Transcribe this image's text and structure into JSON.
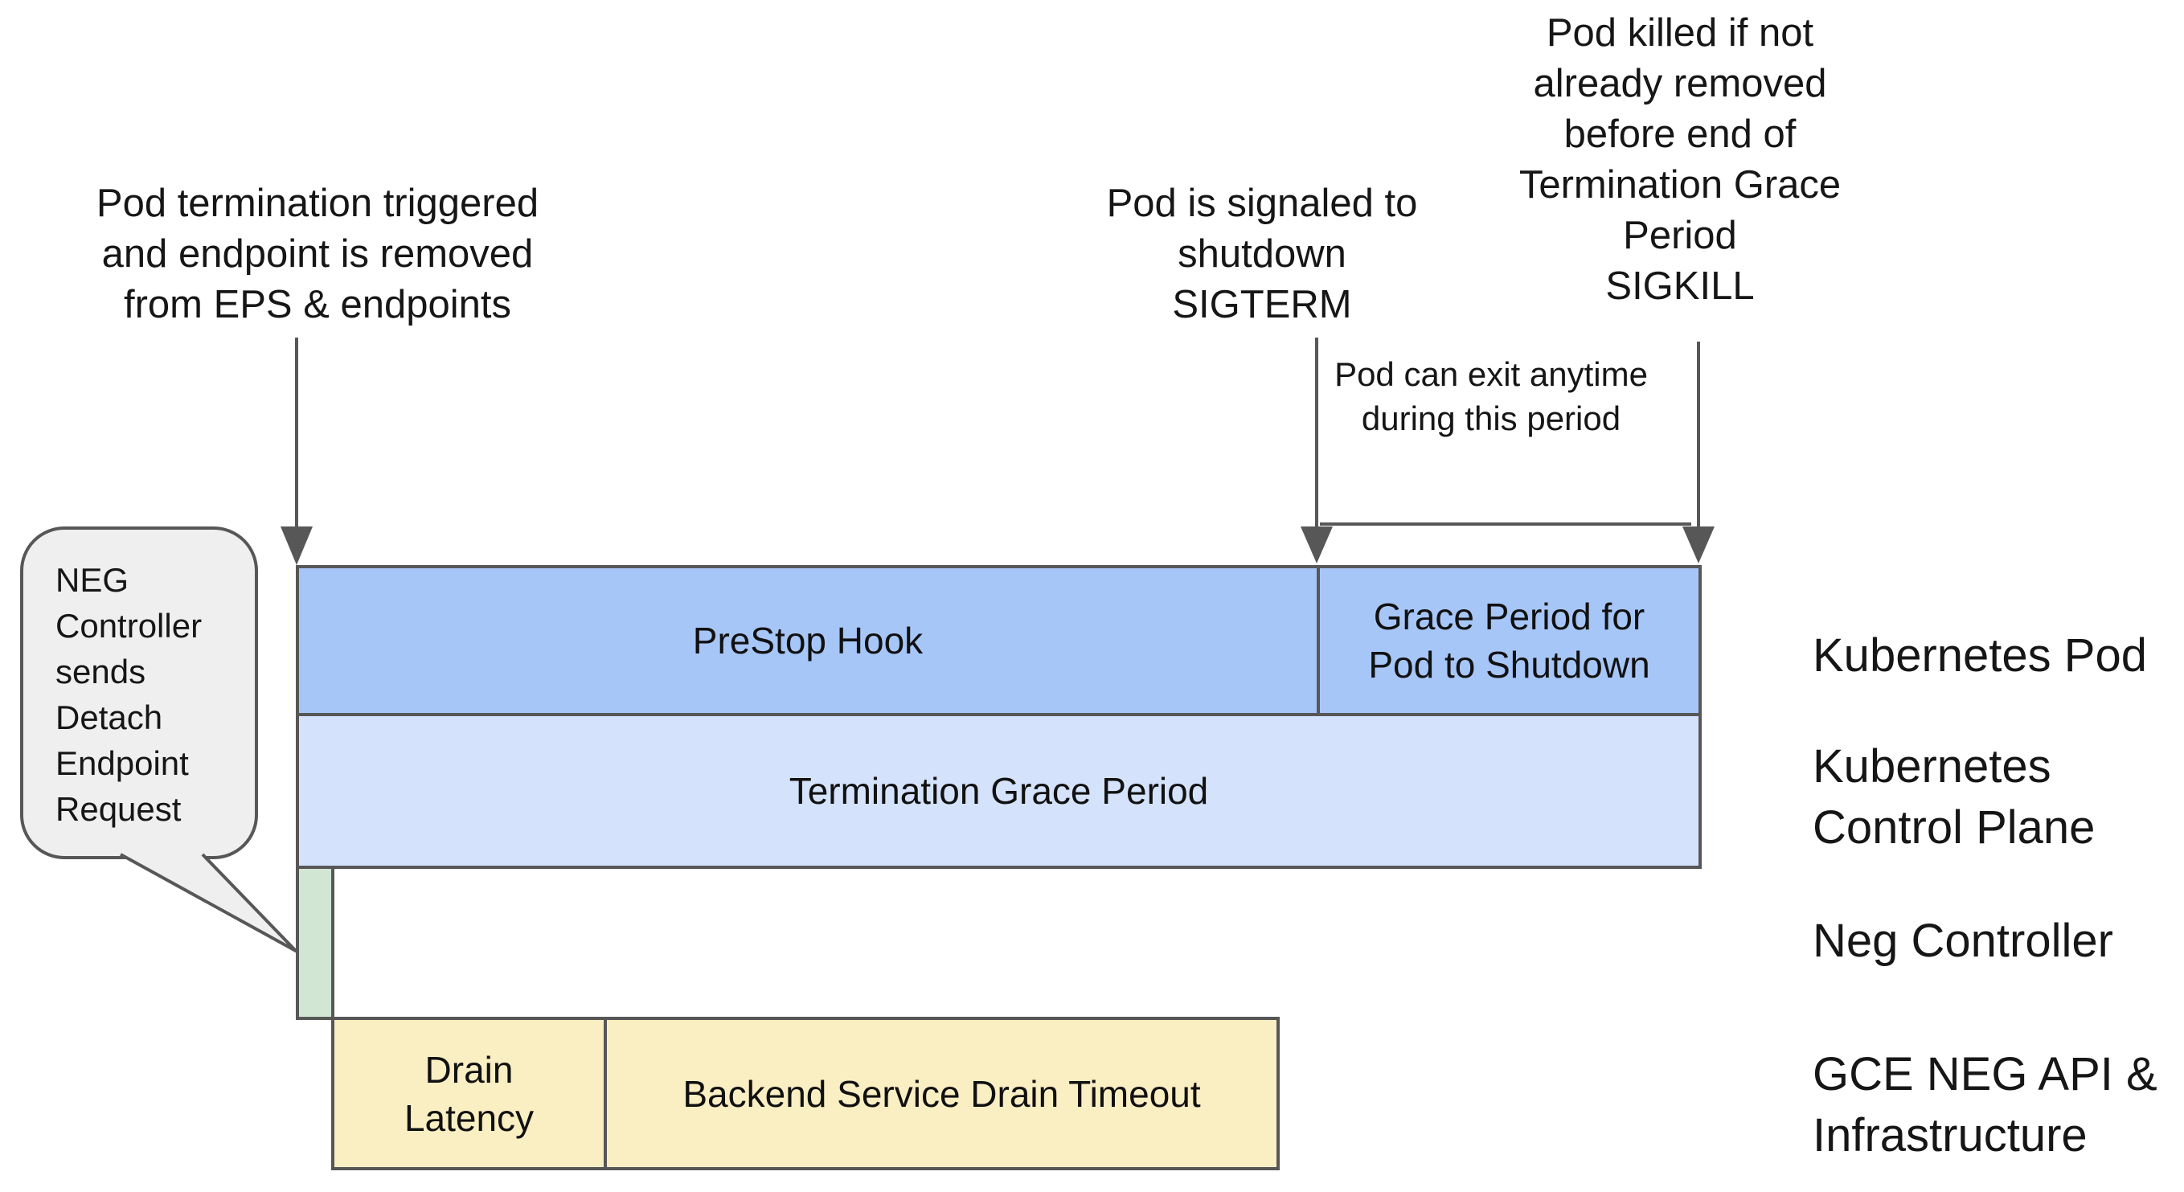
{
  "colors": {
    "bar-blue": "#a7c6f8",
    "bar-lightblue": "#d4e3fb",
    "bar-green": "#d1e6d3",
    "bar-yellow": "#faeec3",
    "line-gray": "#575757",
    "bubble-fill": "#efefef",
    "text-dark": "#161616"
  },
  "annotations": {
    "pod_termination": "Pod termination triggered\nand endpoint is removed\nfrom EPS & endpoints",
    "sigterm": "Pod is signaled to\nshutdown\nSIGTERM",
    "sigkill": "Pod killed if not\nalready removed\nbefore end of\nTermination Grace\nPeriod\nSIGKILL",
    "exit_anytime": "Pod can exit anytime\nduring this period",
    "neg_bubble": "NEG\nController\nsends\nDetach\nEndpoint\nRequest"
  },
  "timeline": {
    "prestop": "PreStop Hook",
    "grace_period": "Grace Period for\nPod to Shutdown",
    "termination_grace": "Termination Grace Period",
    "drain_latency": "Drain\nLatency",
    "backend_drain": "Backend Service Drain Timeout"
  },
  "lane_labels": {
    "kubernetes_pod": "Kubernetes Pod",
    "control_plane": "Kubernetes\nControl Plane",
    "neg_controller": "Neg Controller",
    "gce_neg": "GCE NEG API &\nInfrastructure"
  }
}
